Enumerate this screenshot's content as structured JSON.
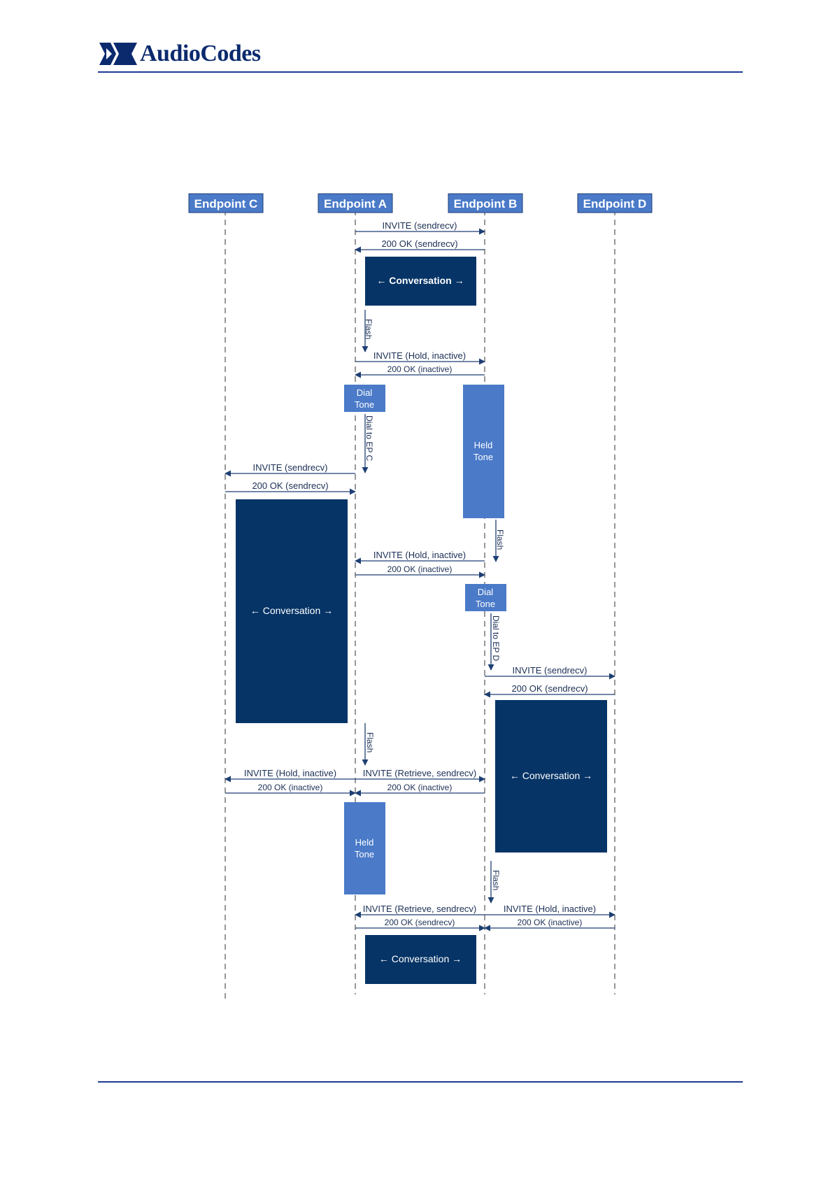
{
  "header": {
    "brand": "AudioCodes"
  },
  "endpoints": [
    "Endpoint C",
    "Endpoint A",
    "Endpoint B",
    "Endpoint D"
  ],
  "messages": {
    "m1": "INVITE (sendrecv)",
    "m2": "200 OK (sendrecv)",
    "m3": "INVITE (Hold, inactive)",
    "m4": "200 OK (inactive)",
    "m5": "INVITE (sendrecv)",
    "m6": "200 OK (sendrecv)",
    "m7": "INVITE (Hold, inactive)",
    "m8": "200 OK (inactive)",
    "m9": "INVITE (sendrecv)",
    "m10": "200 OK (sendrecv)",
    "m11": "INVITE (Hold, inactive)",
    "m12": "200 OK (inactive)",
    "m13": "INVITE (Retrieve, sendrecv)",
    "m14": "200 OK (inactive)",
    "m15": "INVITE (Retrieve, sendrecv)",
    "m16": "200 OK (sendrecv)",
    "m17": "INVITE (Hold, inactive)",
    "m18": "200 OK (inactive)"
  },
  "boxes": {
    "conversation": "← Conversation →",
    "dial_tone_line1": "Dial",
    "dial_tone_line2": "Tone",
    "held_tone_line1": "Held",
    "held_tone_line2": "Tone"
  },
  "actions": {
    "flash": "Flash",
    "dial_ep_c": "Dial to EP C",
    "dial_ep_d": "Dial to EP D"
  },
  "colors": {
    "brand": "#1f3a93",
    "endpoint_header": "#4a7ac8",
    "conversation": "#063466",
    "tone": "#4a7ac8",
    "line": "#1e3f73"
  }
}
